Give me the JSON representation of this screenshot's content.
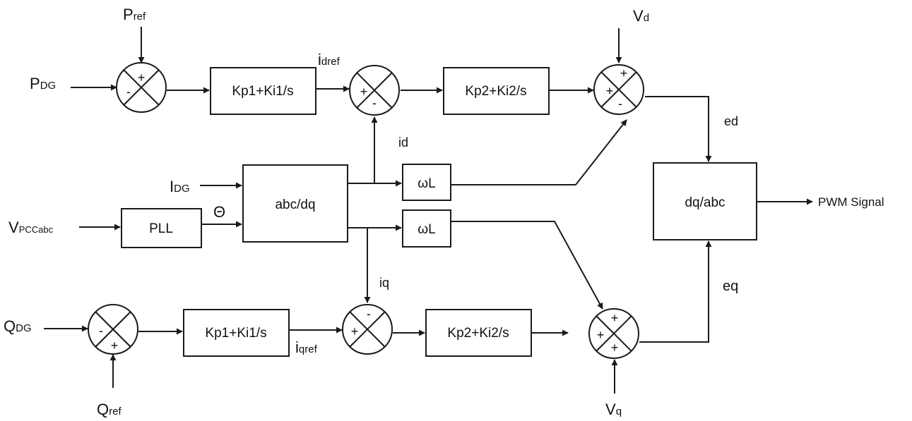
{
  "blocks": {
    "pi_p_outer": "Kp1+Ki1/s",
    "pi_p_inner": "Kp2+Ki2/s",
    "pi_q_outer": "Kp1+Ki1/s",
    "pi_q_inner": "Kp2+Ki2/s",
    "abc_dq": "abc/dq",
    "pll": "PLL",
    "omega_l_top": "ωL",
    "omega_l_bottom": "ωL",
    "dq_abc": "dq/abc"
  },
  "labels": {
    "p_ref": {
      "main": "P",
      "sub": "ref"
    },
    "p_dg": {
      "main": "P",
      "sub": "DG"
    },
    "i_dref": {
      "main": "i",
      "sub": "dref"
    },
    "v_d": {
      "main": "V",
      "sub": "d"
    },
    "i_d": "id",
    "e_d": "ed",
    "i_dg": {
      "main": "I",
      "sub": "DG"
    },
    "theta": "Θ",
    "v_pcc": {
      "main": "V",
      "sub": "PCCabc"
    },
    "i_q": "iq",
    "e_q": "eq",
    "q_dg": {
      "main": "Q",
      "sub": "DG"
    },
    "i_qref": {
      "main": "i",
      "sub": "qref"
    },
    "q_ref": {
      "main": "Q",
      "sub": "ref"
    },
    "v_q": {
      "main": "V",
      "sub": "q"
    },
    "pwm": "PWM Signal"
  },
  "signs": {
    "s1_top": "+",
    "s1_left": "-",
    "s2_left": "+",
    "s2_bottom": "-",
    "s3_top": "+",
    "s3_left": "+",
    "s3_bottom": "-",
    "s4_left": "-",
    "s4_bottom": "+",
    "s5_top": "-",
    "s5_left": "+",
    "s6_top": "+",
    "s6_left": "+",
    "s6_bottom": "+"
  }
}
